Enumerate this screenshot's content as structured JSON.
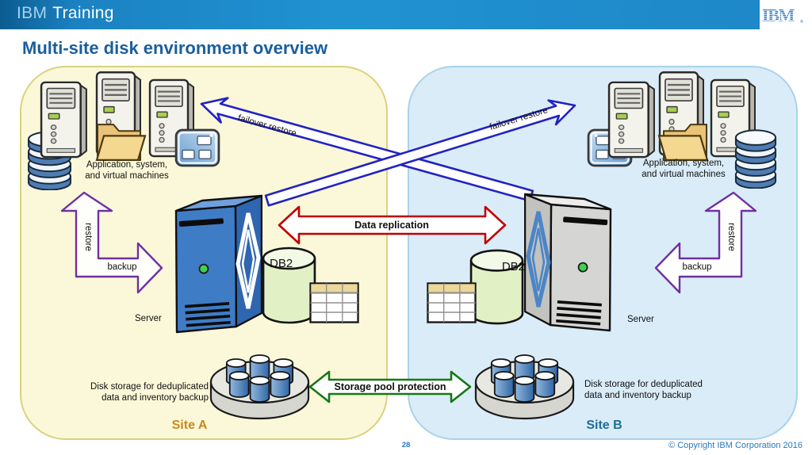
{
  "header": {
    "product": "IBM",
    "product_suffix": "Training",
    "logo_text": "IBM",
    "logo_mark": "®"
  },
  "slide": {
    "title": "Multi-site disk environment overview",
    "page_number": "28",
    "copyright": "© Copyright IBM Corporation 2016"
  },
  "site_a": {
    "name": "Site A",
    "apps_line1": "Application, system,",
    "apps_line2": "and virtual machines",
    "server": "Server",
    "db": "DB2",
    "restore": "restore",
    "backup": "backup",
    "disk_line1": "Disk storage for deduplicated",
    "disk_line2": "data and inventory backup"
  },
  "site_b": {
    "name": "Site B",
    "apps_line1": "Application, system,",
    "apps_line2": "and virtual machines",
    "server": "Server",
    "db": "DB2",
    "restore": "restore",
    "backup": "backup",
    "disk_line1": "Disk storage for deduplicated",
    "disk_line2": "data and inventory backup"
  },
  "connections": {
    "failover_left": "failover restore",
    "failover_right": "failover restore",
    "replication": "Data replication",
    "storage_pool": "Storage pool protection"
  },
  "colors": {
    "header_blue": "#1E88C8",
    "title_blue": "#1A5E9E",
    "site_a_bg": "#FBF8D9",
    "site_a_border": "#D9D27C",
    "site_b_bg": "#DAECF8",
    "site_b_border": "#A9D2EA",
    "arrow_failover_blue": "#2222C2",
    "arrow_replication_red": "#C00000",
    "arrow_backup_restore_purple": "#7030A0",
    "arrow_storage_pool_green": "#157815",
    "site_a_label": "#C8891A",
    "site_b_label": "#1D6E95",
    "footer_blue": "#2878BE"
  }
}
